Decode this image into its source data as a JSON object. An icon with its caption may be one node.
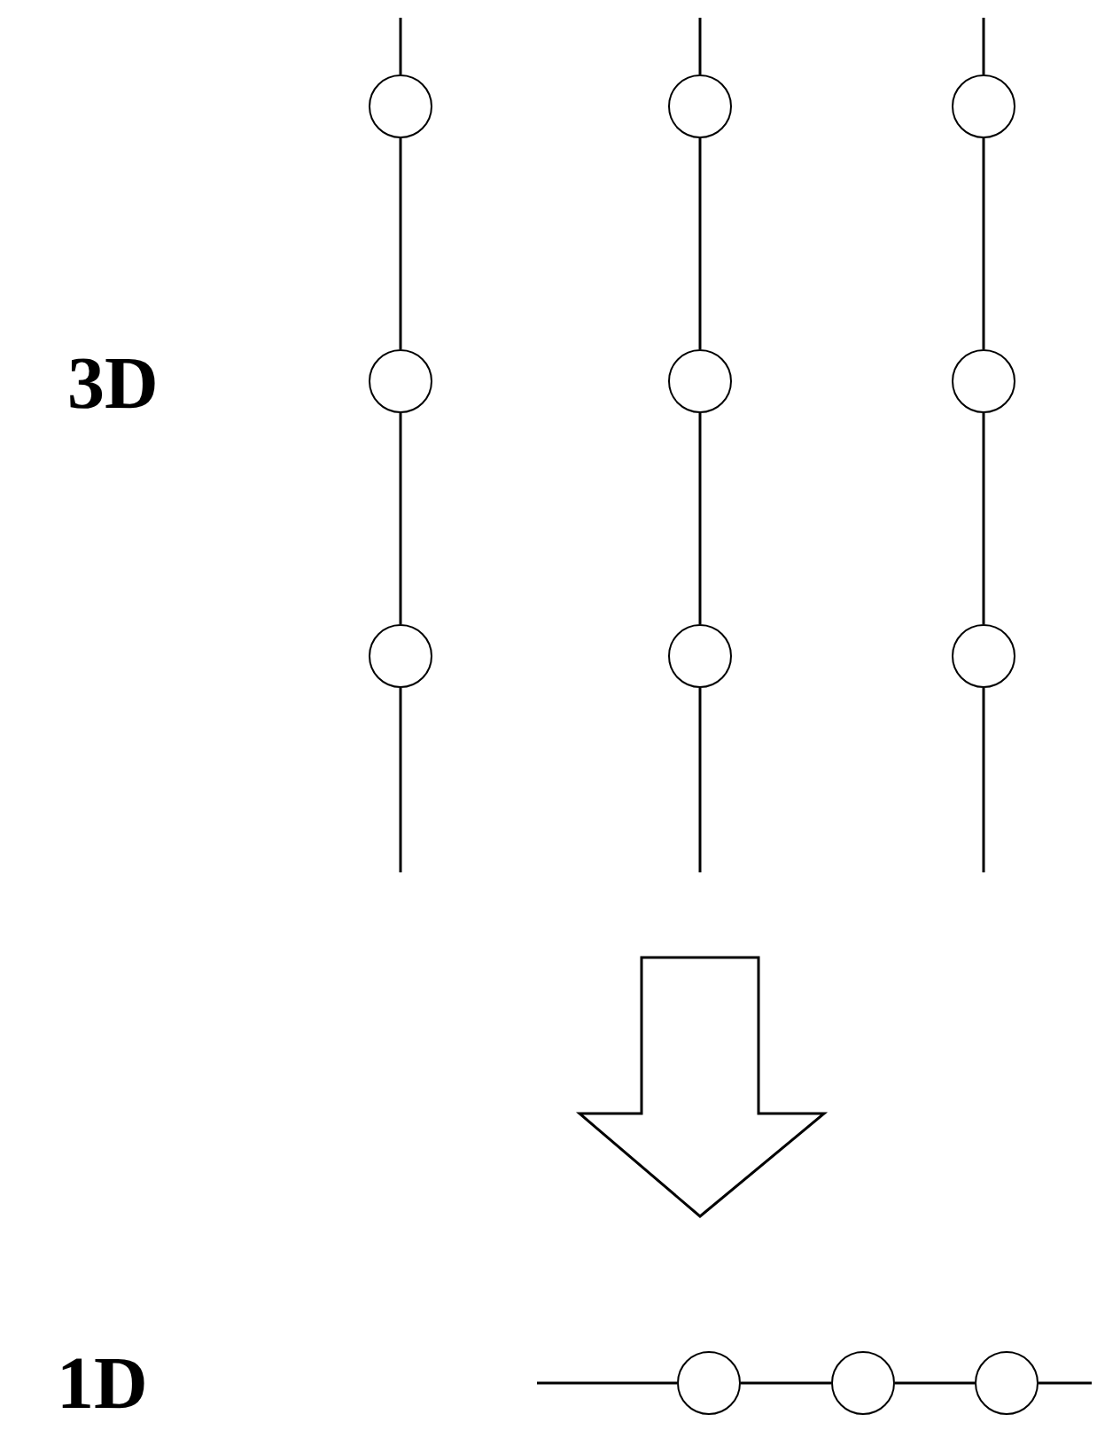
{
  "diagram": {
    "nodes": [
      {
        "text": [],
        "shape": "circle"
      },
      {
        "text": [],
        "shape": "circle"
      },
      {
        "text": [],
        "shape": "circle"
      },
      {
        "text": [],
        "shape": "circle"
      },
      {
        "text": [],
        "shape": "circle"
      },
      {
        "text": [],
        "shape": "circle"
      },
      {
        "text": [],
        "shape": "circle"
      },
      {
        "text": [],
        "shape": "circle"
      },
      {
        "text": [],
        "shape": "circle"
      },
      {
        "text": [],
        "shape": "circle"
      },
      {
        "text": [],
        "shape": "circle"
      },
      {
        "text": [],
        "shape": "circle"
      }
    ],
    "edges": [
      {
        "from": null,
        "to": 0,
        "arrow": "none"
      },
      {
        "from": 0,
        "to": 3,
        "arrow": "none"
      },
      {
        "from": 3,
        "to": 6,
        "arrow": "none"
      },
      {
        "from": 6,
        "to": null,
        "arrow": "none"
      },
      {
        "from": null,
        "to": 1,
        "arrow": "none"
      },
      {
        "from": 1,
        "to": 4,
        "arrow": "none"
      },
      {
        "from": 4,
        "to": 7,
        "arrow": "none"
      },
      {
        "from": 7,
        "to": null,
        "arrow": "none"
      },
      {
        "from": null,
        "to": 2,
        "arrow": "none"
      },
      {
        "from": 2,
        "to": 5,
        "arrow": "none"
      },
      {
        "from": 5,
        "to": 8,
        "arrow": "none"
      },
      {
        "from": 8,
        "to": null,
        "arrow": "none"
      },
      {
        "from": null,
        "to": 9,
        "arrow": "none"
      },
      {
        "from": 9,
        "to": 10,
        "arrow": "none"
      },
      {
        "from": 10,
        "to": 11,
        "arrow": "none"
      },
      {
        "from": 11,
        "to": null,
        "arrow": "none"
      }
    ],
    "labels": [
      "3D",
      "1D"
    ]
  }
}
